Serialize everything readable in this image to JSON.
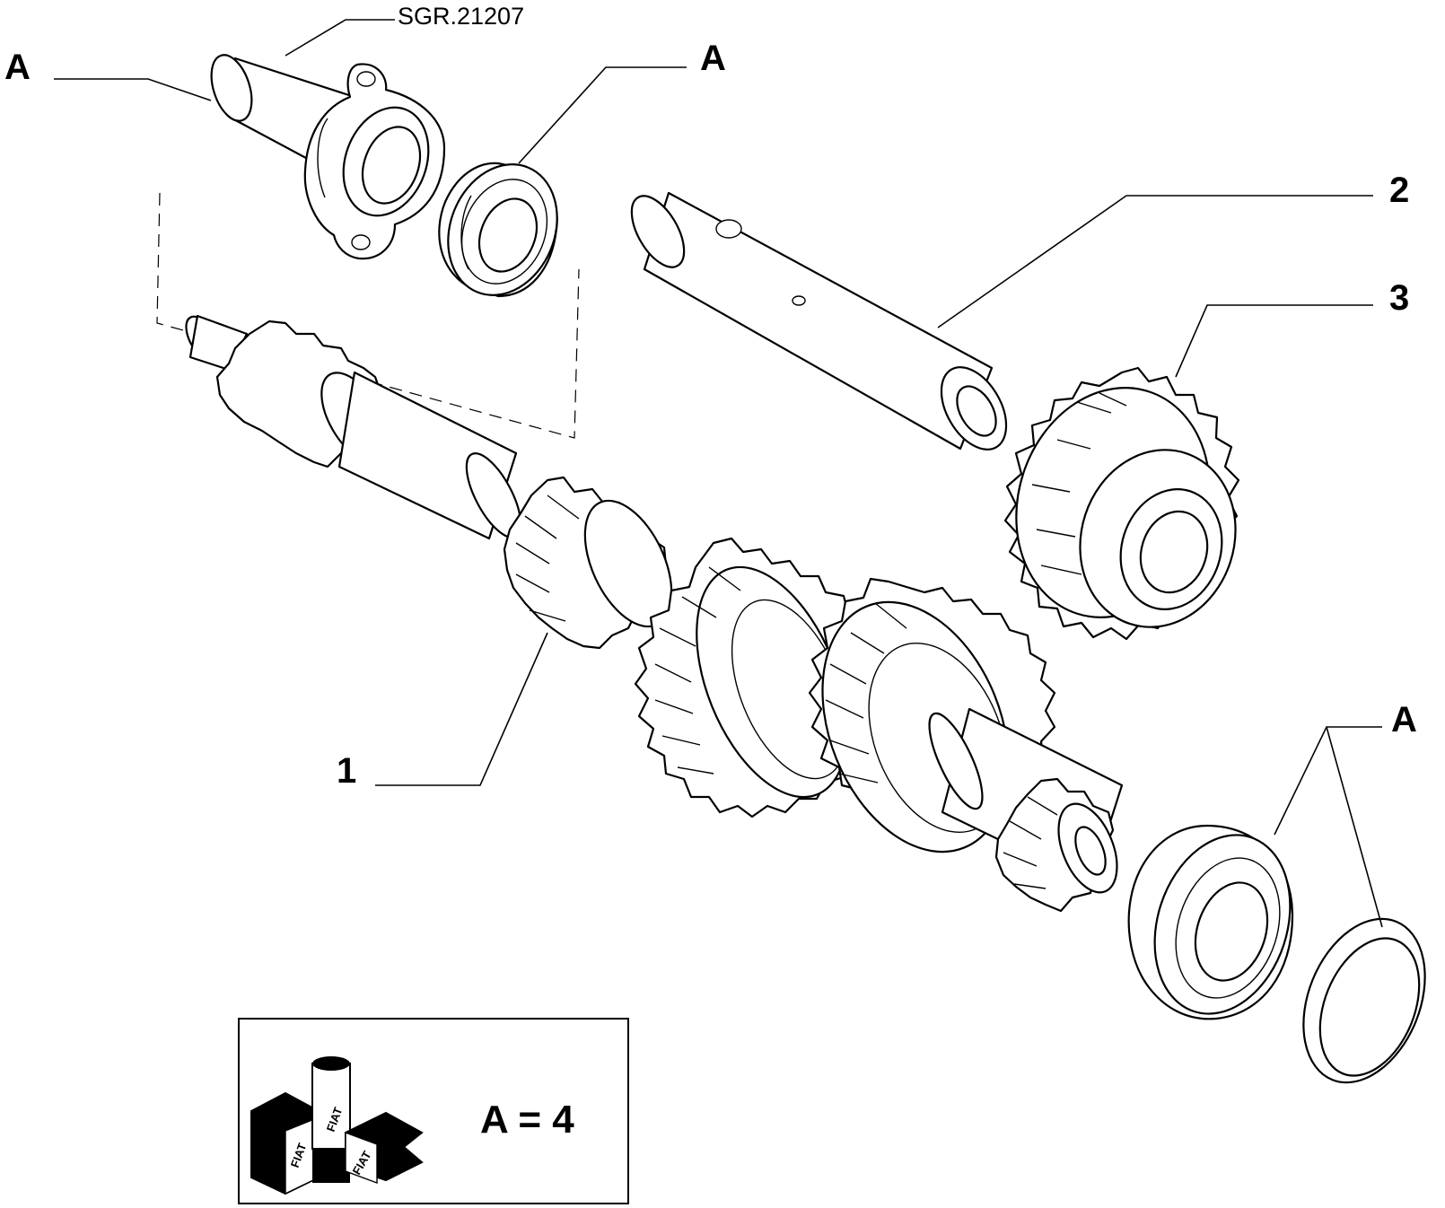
{
  "reference_code": "SGR.21207",
  "callouts": {
    "a_top_left": "A",
    "a_top_middle": "A",
    "a_right": "A",
    "part_1": "1",
    "part_2": "2",
    "part_3": "3"
  },
  "legend": {
    "text": "A = 4",
    "logo_text": "FIAT"
  },
  "colors": {
    "line": "#000000",
    "background": "#ffffff"
  }
}
